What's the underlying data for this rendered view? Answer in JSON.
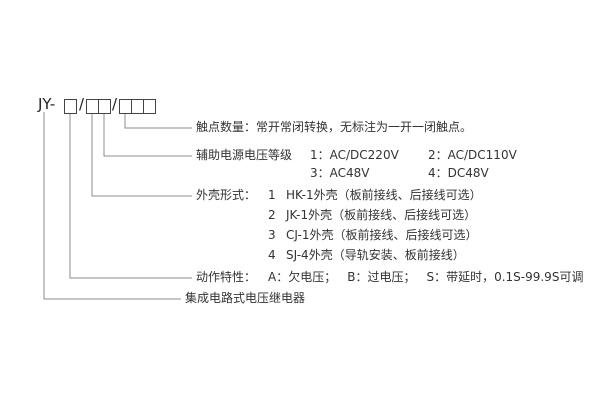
{
  "model": {
    "pattern": "JY-□/□□/□□□",
    "prefix": "JY-",
    "separator": "/"
  },
  "callouts": {
    "contact_count": {
      "label": "触点数量：",
      "text": "常开常闭转换，无标注为一开一闭触点。"
    },
    "aux_voltage": {
      "label": "辅助电源电压等级",
      "options": [
        "1：AC/DC220V",
        "2：AC/DC110V",
        "3：AC48V",
        "4：DC48V"
      ]
    },
    "case_style": {
      "label": "外壳形式：",
      "options": [
        {
          "num": "1",
          "desc": "HK-1外壳（板前接线、后接线可选）"
        },
        {
          "num": "2",
          "desc": "JK-1外壳（板前接线、后接线可选）"
        },
        {
          "num": "3",
          "desc": "CJ-1外壳（板前接线、后接线可选）"
        },
        {
          "num": "4",
          "desc": "SJ-4外壳（导轨安装、板前接线）"
        }
      ]
    },
    "action_trait": {
      "label": "动作特性：",
      "options": [
        "A：欠电压；",
        "B：过电压；",
        "S：带延时，0.1S-99.9S可调"
      ]
    },
    "product_name": {
      "text": "集成电路式电压继电器"
    }
  },
  "colors": {
    "line": "#8c8c8c",
    "text": "#333333"
  }
}
